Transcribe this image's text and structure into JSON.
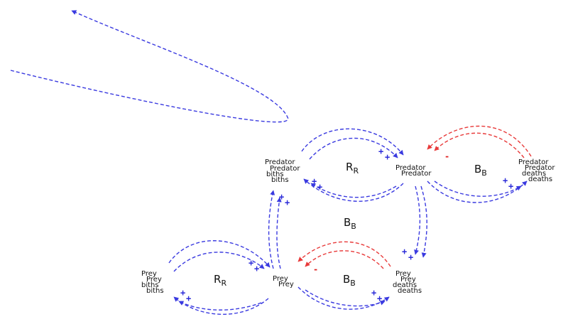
{
  "diagram": {
    "colors": {
      "positive": "#3a3ae0",
      "negative": "#e83a3a",
      "text": "#111111",
      "background": "#ffffff"
    },
    "variables": {
      "predator_births": [
        "Predator",
        "Predator",
        "biths",
        "biths"
      ],
      "predator": [
        "Predator",
        "Predator"
      ],
      "predator_deaths": [
        "Predator",
        "Predator",
        "deaths",
        "deaths"
      ],
      "prey_births": [
        "Prey",
        "Prey",
        "biths",
        "biths"
      ],
      "prey": [
        "Prey",
        "Prey"
      ],
      "prey_deaths": [
        "Prey",
        "Prey",
        "deaths",
        "deaths"
      ]
    },
    "loops": [
      {
        "id": "predator-birth-loop",
        "letter": "R",
        "sub": "R"
      },
      {
        "id": "predator-death-loop",
        "letter": "B",
        "sub": "B"
      },
      {
        "id": "predation-loop",
        "letter": "B",
        "sub": "B"
      },
      {
        "id": "prey-birth-loop",
        "letter": "R",
        "sub": "R"
      },
      {
        "id": "prey-death-loop",
        "letter": "B",
        "sub": "B"
      }
    ],
    "signs": {
      "plus": "+",
      "minus": "-"
    }
  }
}
